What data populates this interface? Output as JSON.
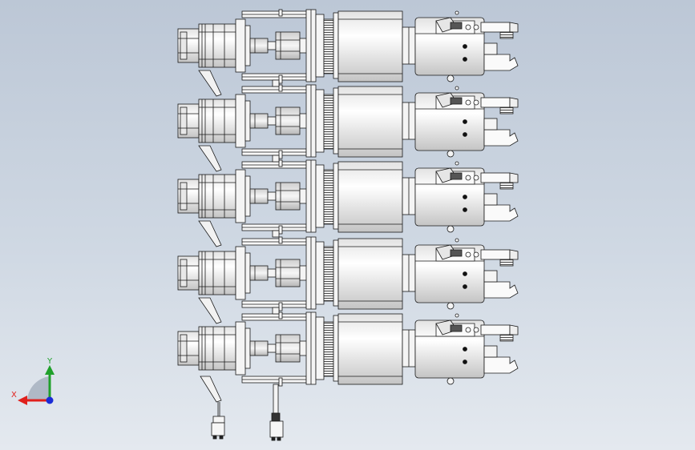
{
  "viewport": {
    "background_top": "#bcc7d6",
    "background_bottom": "#e4e9ef",
    "model_name": "gripper-actuator-assembly",
    "module_count": 5
  },
  "triad": {
    "x_label": "X",
    "y_label": "Y",
    "x_color": "#e0201c",
    "y_color": "#1fa02a",
    "z_color": "#1a2bd6"
  },
  "colors": {
    "part_fill": "#f4f4f4",
    "part_shade": "#d8d8d8",
    "edge": "#1a1a1a"
  }
}
